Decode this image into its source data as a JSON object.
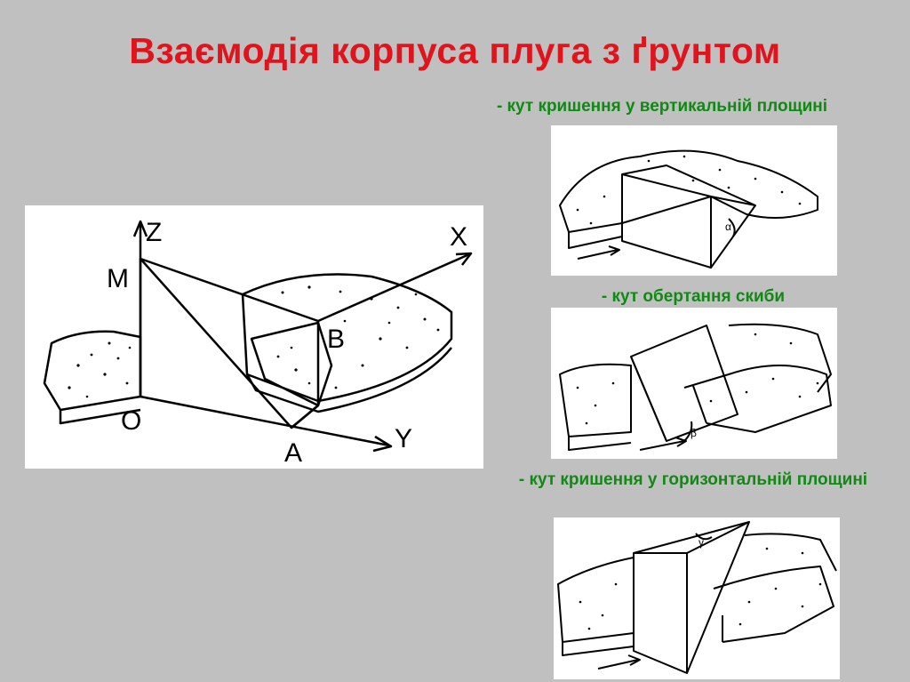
{
  "slide": {
    "title": "Взаємодія корпуса плуга з ґрунтом",
    "accent_title": "#e0141c",
    "accent_caption": "#0f8a12"
  },
  "main_diagram": {
    "labels": {
      "z": "Z",
      "x": "X",
      "y": "Y",
      "m": "M",
      "b": "B",
      "o": "O",
      "a": "A"
    }
  },
  "angles": [
    {
      "caption_dash": "-",
      "caption": "кут кришення у вертикальній площині",
      "symbol": "α"
    },
    {
      "caption_dash": "-",
      "caption": "кут обертання скиби",
      "symbol": "β"
    },
    {
      "caption_dash": "-",
      "caption": "кут кришення у горизонтальній площині",
      "symbol": "γ"
    }
  ]
}
